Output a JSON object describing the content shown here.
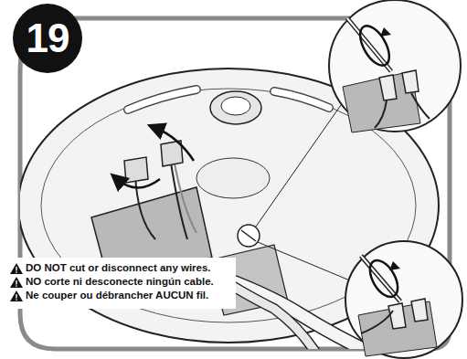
{
  "diagram": {
    "nodes": [
      {
        "text": [
          "19"
        ]
      }
    ],
    "labels": [
      "DO NOT cut or disconnect any wires.",
      "NO corte ni desconecte ningún cable.",
      "Ne couper ou débrancher AUCUN fil."
    ]
  }
}
